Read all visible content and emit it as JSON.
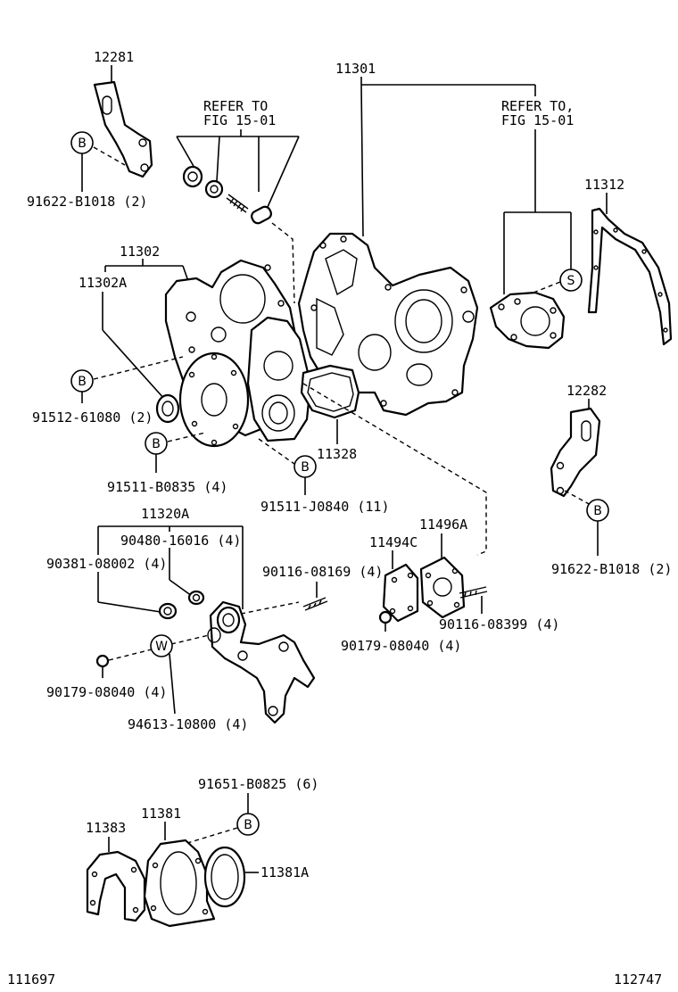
{
  "refer_note_left": {
    "line1": "REFER TO",
    "line2": "FIG 15-01"
  },
  "refer_note_right": {
    "line1": "REFER TO,",
    "line2": "FIG 15-01"
  },
  "part_labels": {
    "p12281": "12281",
    "p91622_top": "91622-B1018 (2)",
    "p11301": "11301",
    "p11312": "11312",
    "p11302": "11302",
    "p11302A": "11302A",
    "p91512": "91512-61080 (2)",
    "p12282": "12282",
    "p11328": "11328",
    "p91511_b": "91511-B0835 (4)",
    "p91511_j": "91511-J0840 (11)",
    "p91622_right": "91622-B1018 (2)",
    "p11320A": "11320A",
    "p90480": "90480-16016 (4)",
    "p90381": "90381-08002 (4)",
    "p11496A": "11496A",
    "p11494C": "11494C",
    "p90116_a": "90116-08169 (4)",
    "p90116_b": "90116-08399 (4)",
    "p90179_mid": "90179-08040 (4)",
    "p90179_left": "90179-08040 (4)",
    "p94613": "94613-10800 (4)",
    "p91651": "91651-B0825 (6)",
    "p11383": "11383",
    "p11381": "11381",
    "p11381A": "11381A"
  },
  "callout_markers": {
    "b": "B",
    "s": "S",
    "w": "W"
  },
  "figure_codes": {
    "left": "111697",
    "right": "112747"
  }
}
